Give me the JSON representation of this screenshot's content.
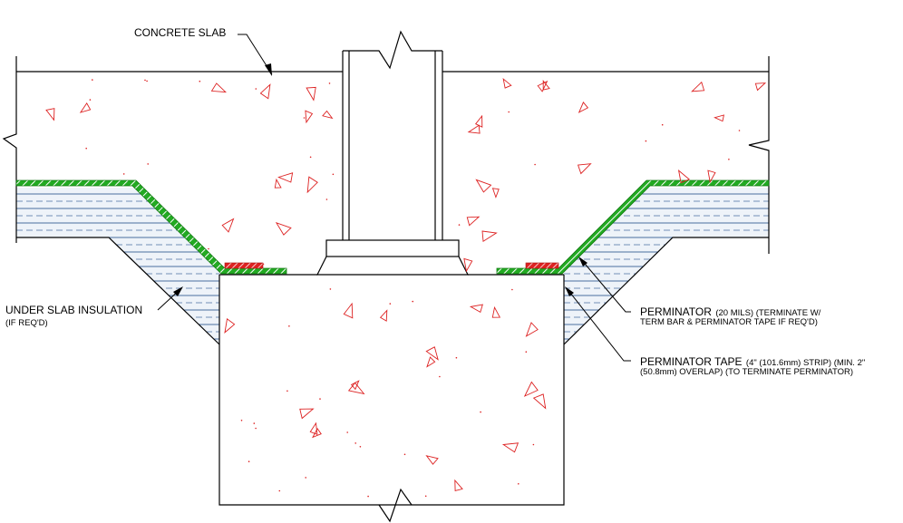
{
  "labels": {
    "concrete_slab": "CONCRETE SLAB",
    "under_slab_insulation": {
      "line1": "UNDER SLAB INSULATION",
      "line2": "(IF REQ'D)"
    },
    "perminator": {
      "title": "PERMINATOR",
      "spec": "(20 MILS) (TERMINATE W/",
      "line2": "TERM BAR & PERMINATOR TAPE IF REQ'D)"
    },
    "perminator_tape": {
      "title": "PERMINATOR TAPE",
      "spec": "(4\" (101.6mm) STRIP) (MIN. 2\"",
      "line2": "(50.8mm) OVERLAP) (TO TERMINATE PERMINATOR)"
    }
  },
  "colors": {
    "line": "#000000",
    "insulation_hatch": "#4a6fa0",
    "insulation_fill": "#eef3f9",
    "membrane": "#22aa22",
    "membrane_hatch": "#ffffff",
    "tape": "#dd2222",
    "aggregate": "#dd2222"
  }
}
